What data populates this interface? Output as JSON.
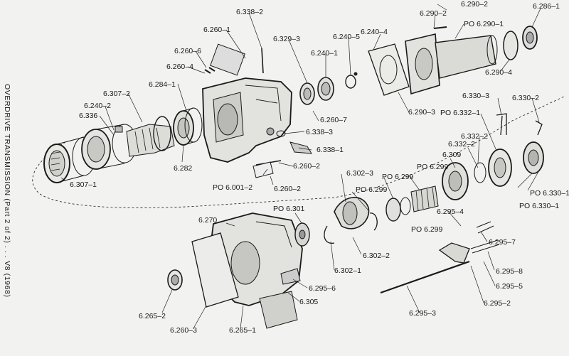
{
  "side_title": "OVERDRIVE TRANSMISSION (Part 2 of 2) . . . V8 (1968)",
  "labels": {
    "l_6_338_2": "6.338–2",
    "l_6_290_2": "6.290–2",
    "l_6_290_2b": "6.290–2",
    "l_6_286_1": "6.286–1",
    "l_6_260_1": "6.260–1",
    "l_po_6_290_1": "PO 6.290–1",
    "l_6_240_4": "6.240–4",
    "l_6_240_5": "6.240–5",
    "l_6_329_3": "6.329–3",
    "l_6_260_6": "6.260–6",
    "l_6_240_1": "6.240–1",
    "l_6_260_4": "6.260–4",
    "l_6_290_4": "6.290–4",
    "l_6_284_1": "6.284–1",
    "l_6_307_2": "6.307–2",
    "l_6_240_2": "6.240–2",
    "l_6_336": "6.336",
    "l_6_330_3": "6.330–3",
    "l_6_330_2": "6.330–2",
    "l_po_6_332_1": "PO 6.332–1",
    "l_6_290_3": "6.290–3",
    "l_6_260_7": "6.260–7",
    "l_6_338_3": "6.338–3",
    "l_6_338_1": "6.338–1",
    "l_6_332_2a": "6.332–2",
    "l_6_332_2b": "6.332–2",
    "l_6_309": "6.309",
    "l_6_282": "6.282",
    "l_6_260_2a": "6.260–2",
    "l_6_302_3": "6.302–3",
    "l_po_6_299a": "PO  6.299",
    "l_po_6_299b": "PO  6.299",
    "l_po_6_299c": "PO  6.299",
    "l_po_6_299d": "PO  6.299",
    "l_po_6_001_2": "PO 6.001–2",
    "l_6_260_2b": "6.260–2",
    "l_po_6_330_1a": "PO 6.330–1",
    "l_po_6_330_1b": "PO 6.330–1",
    "l_6_307_1": "6.307–1",
    "l_po_6_301": "PO 6.301",
    "l_6_270": "6.270",
    "l_6_295_4": "6.295–4",
    "l_6_302_2": "6.302–2",
    "l_6_295_7": "6.295–7",
    "l_6_302_1": "6.302–1",
    "l_6_295_8": "6.295–8",
    "l_6_295_6": "6.295–6",
    "l_6_295_5": "6.295–5",
    "l_6_305": "6.305",
    "l_6_295_2": "6.295–2",
    "l_6_265_2": "6.265–2",
    "l_6_295_3": "6.295–3",
    "l_6_260_3": "6.260–3",
    "l_6_265_1": "6.265–1"
  }
}
